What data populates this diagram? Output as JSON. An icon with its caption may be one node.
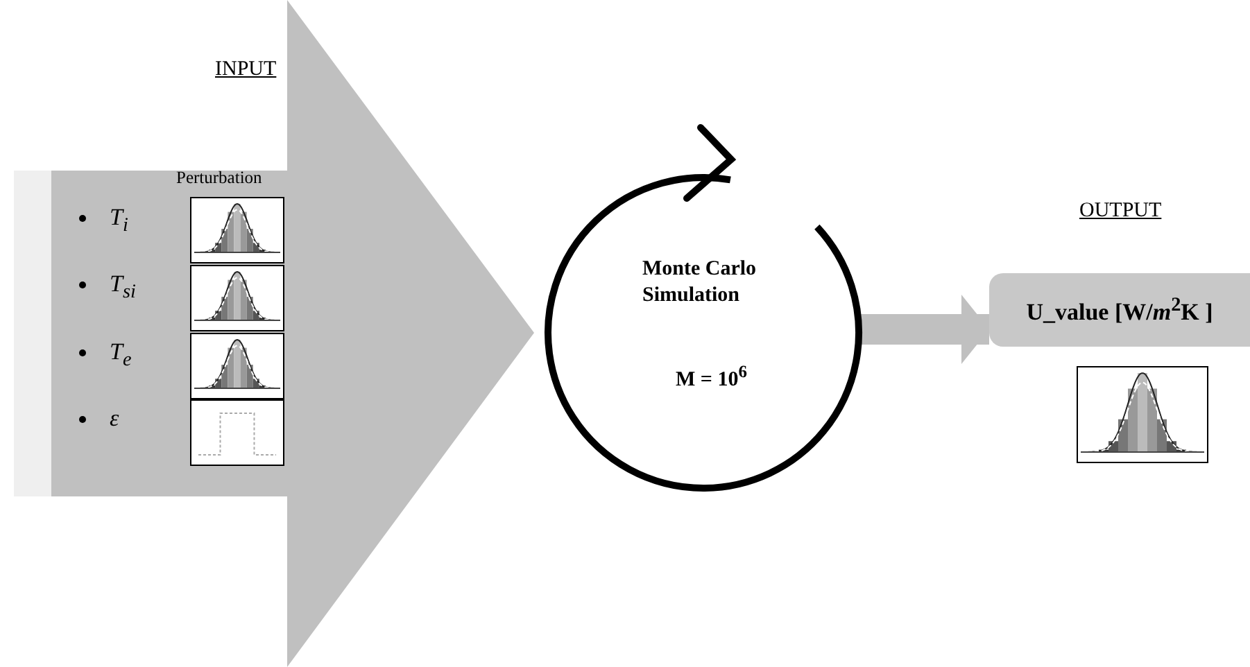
{
  "diagram": {
    "nodes": [
      {
        "text": [
          "Perturbation"
        ]
      },
      {
        "text": [
          "T$_{i}$"
        ],
        "in": 0
      },
      {
        "text": [
          "T$_{si}$"
        ],
        "in": 0
      },
      {
        "text": [
          "T$_{e}$"
        ],
        "in": 0
      },
      {
        "text": [
          "ε"
        ],
        "in": 0
      },
      {
        "text": [
          "Monte Carlo Simulation",
          "M = 10$^{6}$"
        ]
      },
      {
        "text": [
          "U_value [W/*m*$^{2}$K ]"
        ]
      }
    ],
    "edges": [
      {
        "from": 5,
        "to": 6,
        "arrow": "to",
        "color": "#c0c0c0"
      }
    ],
    "labels": [
      "INPUT",
      "OUTPUT"
    ]
  }
}
